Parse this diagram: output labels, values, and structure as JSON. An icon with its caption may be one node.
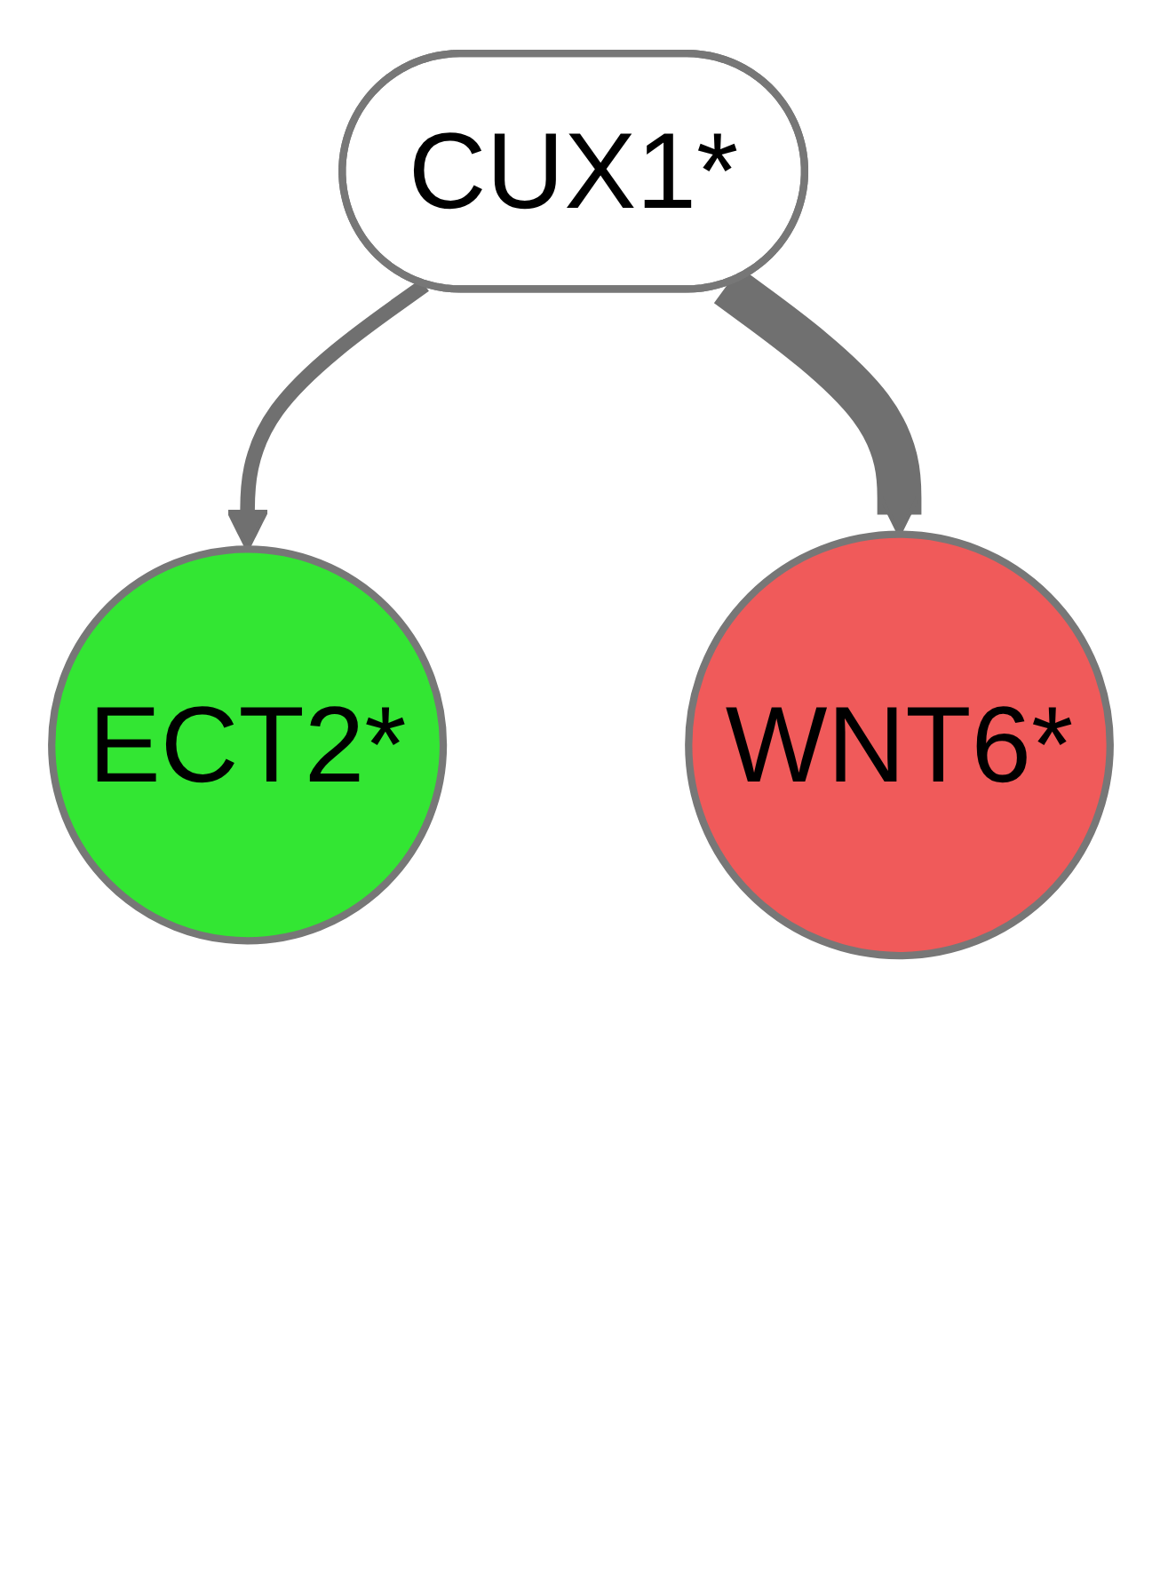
{
  "diagram": {
    "nodes": [
      {
        "text": [
          "ECT2*"
        ]
      },
      {
        "text": [
          "CUX1*"
        ]
      },
      {
        "text": [
          "WNT6*"
        ]
      }
    ],
    "edges": [
      {
        "from": 1,
        "to": 0,
        "arrow": "to"
      },
      {
        "from": 1,
        "to": 2,
        "arrow": "to",
        "style": "thick"
      }
    ]
  }
}
